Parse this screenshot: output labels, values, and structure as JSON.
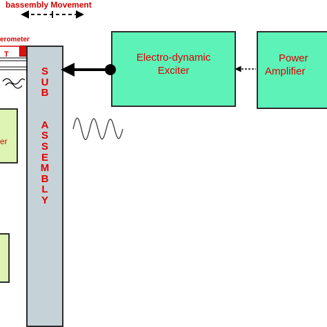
{
  "labels": {
    "movement": "bassembly Movement",
    "accelerometer": "erometer",
    "t_marker": "T",
    "sub_assembly_letters": [
      "S",
      "U",
      "B",
      "",
      "A",
      "S",
      "S",
      "E",
      "M",
      "B",
      "L",
      "Y"
    ],
    "exciter_line1": "Electro-dynamic",
    "exciter_line2": "Exciter",
    "amplifier_line1": "Power",
    "amplifier_line2": "Amplifier",
    "left_box_fragment": "er"
  },
  "colors": {
    "label_red": "#d40000",
    "box_green": "#5cf2b8",
    "pale_green": "#ddf4b2",
    "sub_assembly_gray": "#c5d3d8",
    "connector_black": "#000000"
  },
  "icons": {
    "movement_arrow": "double-headed-dashed-arrow",
    "excitation_signal": "sine-wave",
    "connection": "double-headed-arrow-with-dot"
  }
}
